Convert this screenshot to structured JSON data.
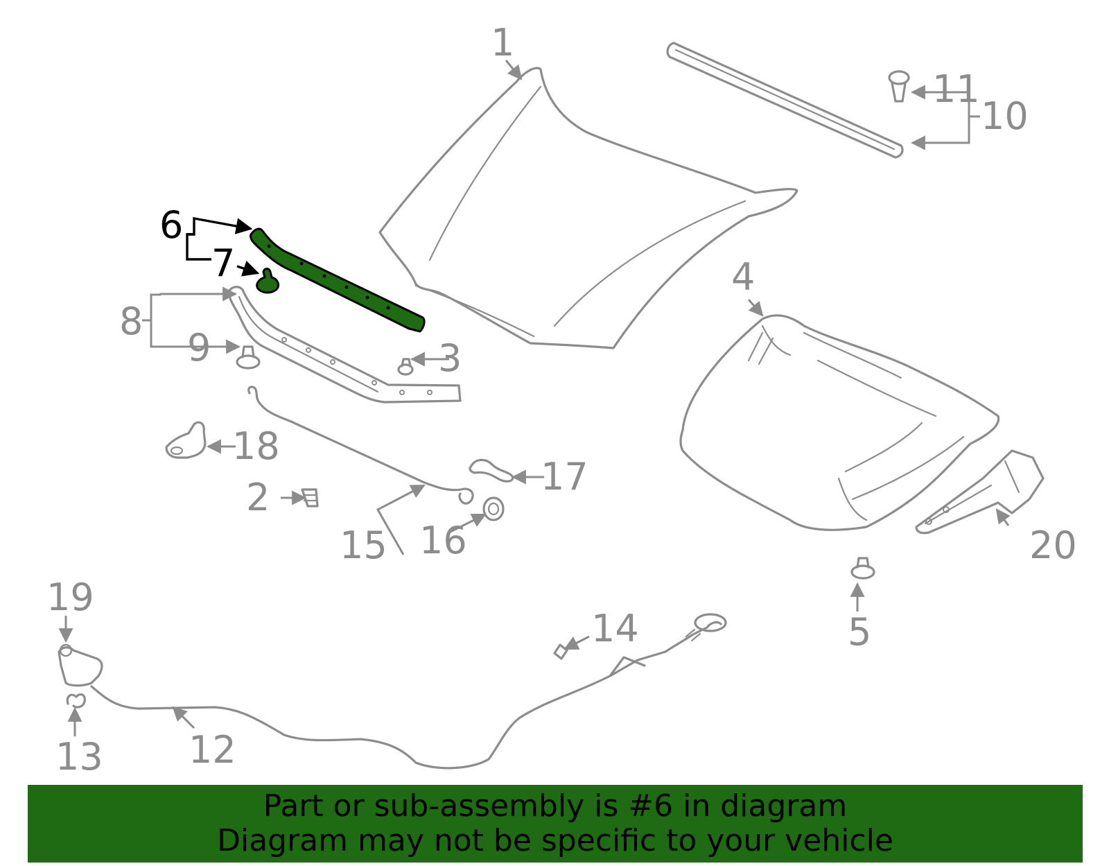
{
  "callouts": {
    "c1": "1",
    "c2": "2",
    "c3": "3",
    "c4": "4",
    "c5": "5",
    "c6": "6",
    "c7": "7",
    "c8": "8",
    "c9": "9",
    "c10": "10",
    "c11": "11",
    "c12": "12",
    "c13": "13",
    "c14": "14",
    "c15": "15",
    "c16": "16",
    "c17": "17",
    "c18": "18",
    "c19": "19",
    "c20": "20"
  },
  "highlight_color": "#1e6b14",
  "part_color": "#8c8c8c",
  "banner": {
    "line1": "Part or sub-assembly is #6 in diagram",
    "line2": "Diagram may not be specific to your vehicle"
  }
}
